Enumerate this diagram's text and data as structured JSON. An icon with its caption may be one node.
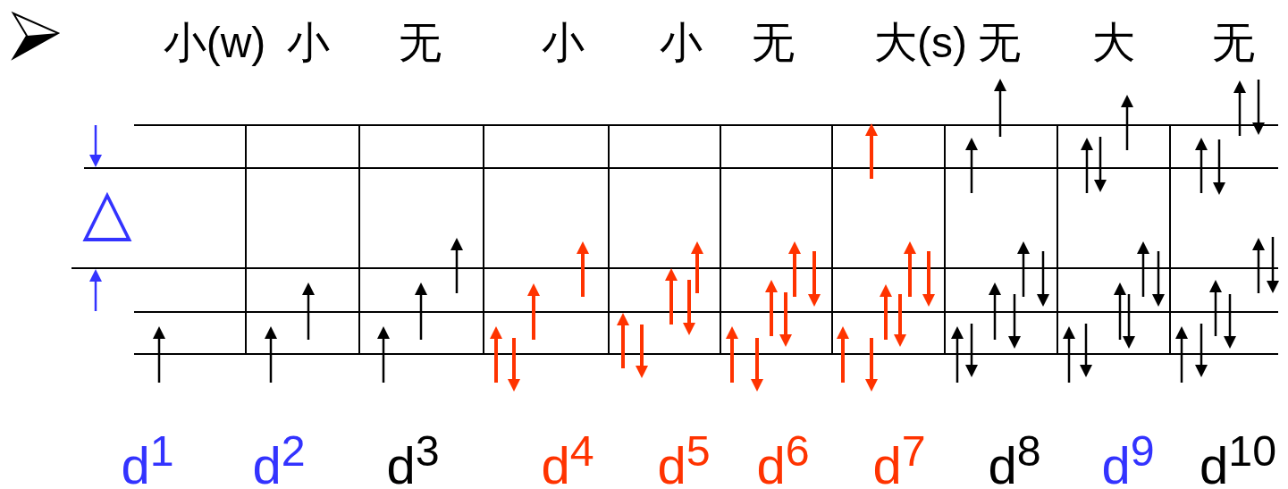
{
  "diagram": {
    "labels": [
      "小(w)",
      "小",
      "无",
      "小",
      "小",
      "无",
      "大(s)",
      "无",
      "大",
      "无",
      "△",
      "d$^{1}$",
      "d$^{2}$",
      "d$^{3}$",
      "d$^{4}$",
      "d$^{5}$",
      "d$^{6}$",
      "d$^{7}$",
      "d$^{8}$",
      "d$^{9}$",
      "d$^{10}$"
    ]
  }
}
